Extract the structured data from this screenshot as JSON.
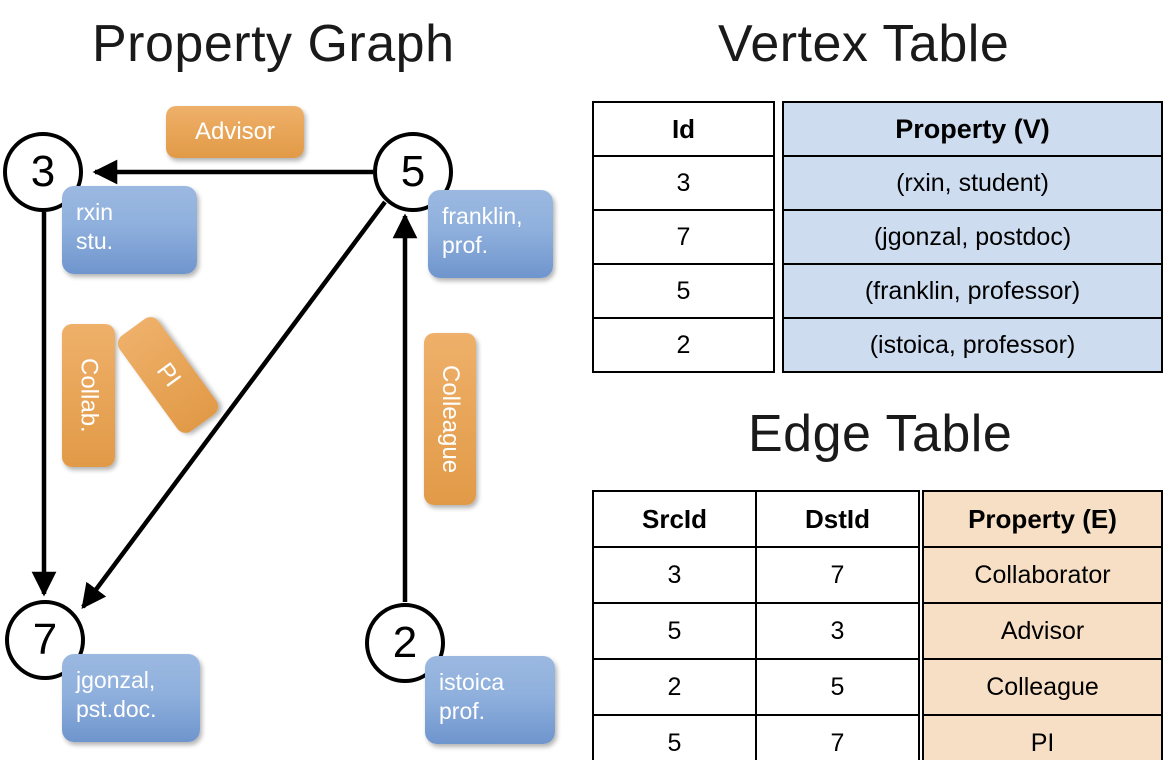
{
  "titles": {
    "property_graph": "Property Graph",
    "vertex_table": "Vertex Table",
    "edge_table": "Edge Table"
  },
  "colors": {
    "vertex_property_fill": "#cedcef",
    "edge_property_fill": "#f6dfc5",
    "node_property_box": "#8fb0dd",
    "edge_label_box": "#e8a558",
    "stroke": "#000000",
    "background": "#ffffff"
  },
  "graph": {
    "nodes": [
      {
        "id": "3",
        "property_lines": [
          "rxin",
          "stu."
        ]
      },
      {
        "id": "5",
        "property_lines": [
          "franklin,",
          "prof."
        ]
      },
      {
        "id": "7",
        "property_lines": [
          "jgonzal,",
          "pst.doc."
        ]
      },
      {
        "id": "2",
        "property_lines": [
          "istoica",
          "prof."
        ]
      }
    ],
    "edge_labels": [
      {
        "name": "advisor-label",
        "text": "Advisor"
      },
      {
        "name": "collab-label",
        "text": "Collab."
      },
      {
        "name": "pi-label",
        "text": "PI"
      },
      {
        "name": "colleague-label",
        "text": "Colleague"
      }
    ],
    "edges": [
      {
        "src": "5",
        "dst": "3",
        "label": "Advisor"
      },
      {
        "src": "3",
        "dst": "7",
        "label": "Collab."
      },
      {
        "src": "5",
        "dst": "7",
        "label": "PI"
      },
      {
        "src": "2",
        "dst": "5",
        "label": "Colleague"
      }
    ]
  },
  "vertex_table": {
    "headers": [
      "Id",
      "Property (V)"
    ],
    "rows": [
      {
        "id": "3",
        "property": "(rxin, student)"
      },
      {
        "id": "7",
        "property": "(jgonzal, postdoc)"
      },
      {
        "id": "5",
        "property": "(franklin, professor)"
      },
      {
        "id": "2",
        "property": "(istoica, professor)"
      }
    ]
  },
  "edge_table": {
    "headers": [
      "SrcId",
      "DstId",
      "Property (E)"
    ],
    "rows": [
      {
        "src": "3",
        "dst": "7",
        "property": "Collaborator"
      },
      {
        "src": "5",
        "dst": "3",
        "property": "Advisor"
      },
      {
        "src": "2",
        "dst": "5",
        "property": "Colleague"
      },
      {
        "src": "5",
        "dst": "7",
        "property": "PI"
      }
    ]
  }
}
